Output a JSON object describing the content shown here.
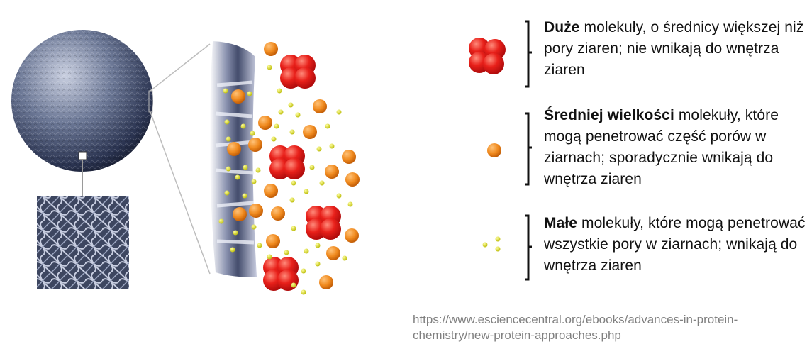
{
  "legend": [
    {
      "icon": "large-molecule-icon",
      "bold": "Duże",
      "text": " molekuły, o średnicy większej niż pory ziaren; nie wnikają do wnętrza ziaren"
    },
    {
      "icon": "medium-molecule-icon",
      "bold": "Średniej wielkości",
      "text": " molekuły, które mogą penetrować część porów w ziarnach; sporadycznie wnikają do wnętrza ziaren"
    },
    {
      "icon": "small-molecule-icon",
      "bold": "Małe",
      "text": " molekuły, które mogą penetrować wszystkie pory w ziarnach; wnikają do wnętrza ziaren"
    }
  ],
  "source": {
    "line1": "https://www.esciencecentral.org/ebooks/advances-in-protein-",
    "line2": "chemistry/new-protein-approaches.php"
  },
  "colors": {
    "large": "#e41a1a",
    "medium": "#f08a1e",
    "small": "#d6d617",
    "bead": "#5a6a8c"
  }
}
